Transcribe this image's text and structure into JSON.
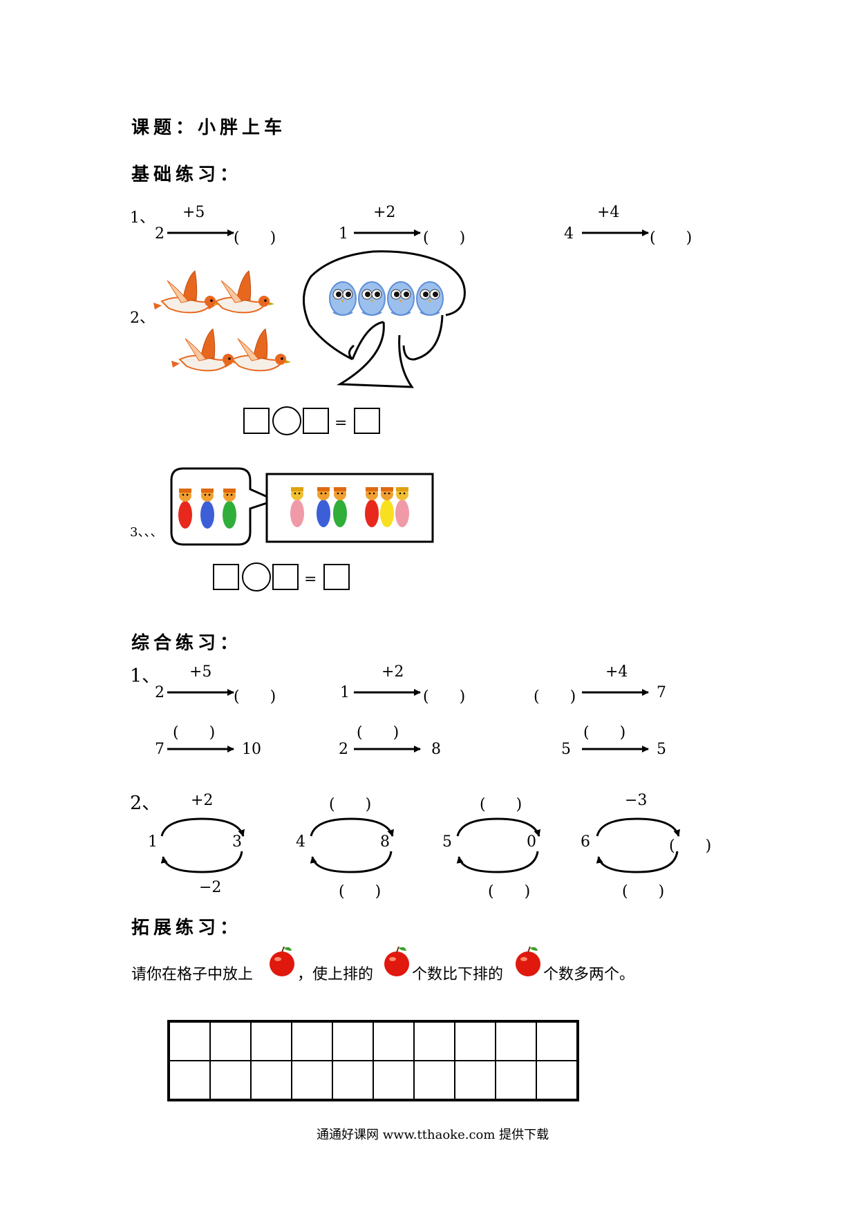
{
  "title": "课题：小胖上车",
  "section_basic": "基础练习：",
  "section_combined": "综合练习：",
  "section_extend": "拓展练习：",
  "basic": {
    "q1": {
      "label": "1、",
      "items": [
        {
          "from": "2",
          "op": "+5",
          "to": "(　　)"
        },
        {
          "from": "1",
          "op": "+2",
          "to": "(　　)"
        },
        {
          "from": "4",
          "op": "+4",
          "to": "(　　)"
        }
      ]
    },
    "q2": {
      "label": "2、",
      "equals": "="
    },
    "q3": {
      "label": "3、、、",
      "equals": "="
    }
  },
  "combined": {
    "q1": {
      "label": "1、",
      "row1": [
        {
          "from": "2",
          "op": "+5",
          "to": "(　　)"
        },
        {
          "from": "1",
          "op": "+2",
          "to": "(　　)"
        },
        {
          "from": "(　　)",
          "op": "+4",
          "to": "7"
        }
      ],
      "row2": [
        {
          "from": "7",
          "op": "(　　)",
          "to": "10"
        },
        {
          "from": "2",
          "op": "(　　)",
          "to": "8"
        },
        {
          "from": "5",
          "op": "(　　)",
          "to": "5"
        }
      ]
    },
    "q2": {
      "label": "2、",
      "cycles": [
        {
          "left": "1",
          "right": "3",
          "top": "+2",
          "bottom": "−2"
        },
        {
          "left": "4",
          "right": "8",
          "top": "(　　)",
          "bottom": "(　　)"
        },
        {
          "left": "5",
          "right": "0",
          "top": "(　　)",
          "bottom": "(　　)"
        },
        {
          "left": "6",
          "right": "(　　)",
          "top": "−3",
          "bottom": "(　　)"
        }
      ]
    }
  },
  "extend": {
    "part1": "请你在格子中放上",
    "part2": "，使上排的",
    "part3": "个数比下排的",
    "part4": "个数多两个。"
  },
  "footer": "通通好课网  www.tthaoke.com  提供下载",
  "colors": {
    "bird_orange": "#e8671e",
    "owl_blue": "#8ab4ec",
    "apple_red": "#e0180e"
  }
}
